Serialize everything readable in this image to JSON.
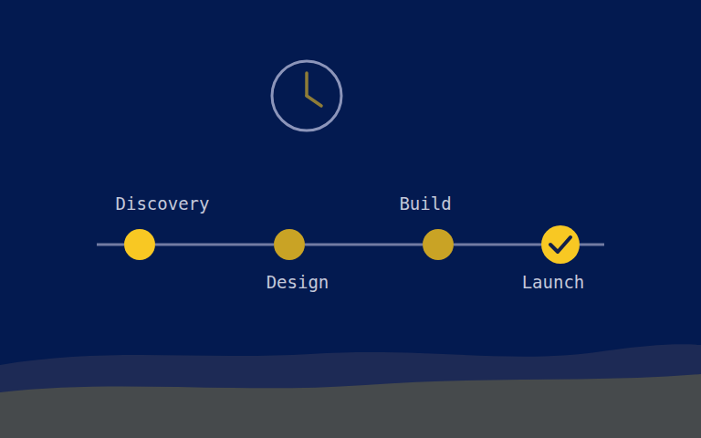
{
  "diagram": {
    "nodes": [
      {
        "text": [
          "Discovery"
        ]
      },
      {
        "text": [
          "Design"
        ]
      },
      {
        "text": [
          "Build"
        ]
      },
      {
        "text": [
          "Launch"
        ]
      }
    ],
    "edges": [
      {
        "from": 0,
        "to": 1,
        "arrow": "none"
      },
      {
        "from": 1,
        "to": 2,
        "arrow": "none"
      },
      {
        "from": 2,
        "to": 3,
        "arrow": "none"
      }
    ]
  }
}
